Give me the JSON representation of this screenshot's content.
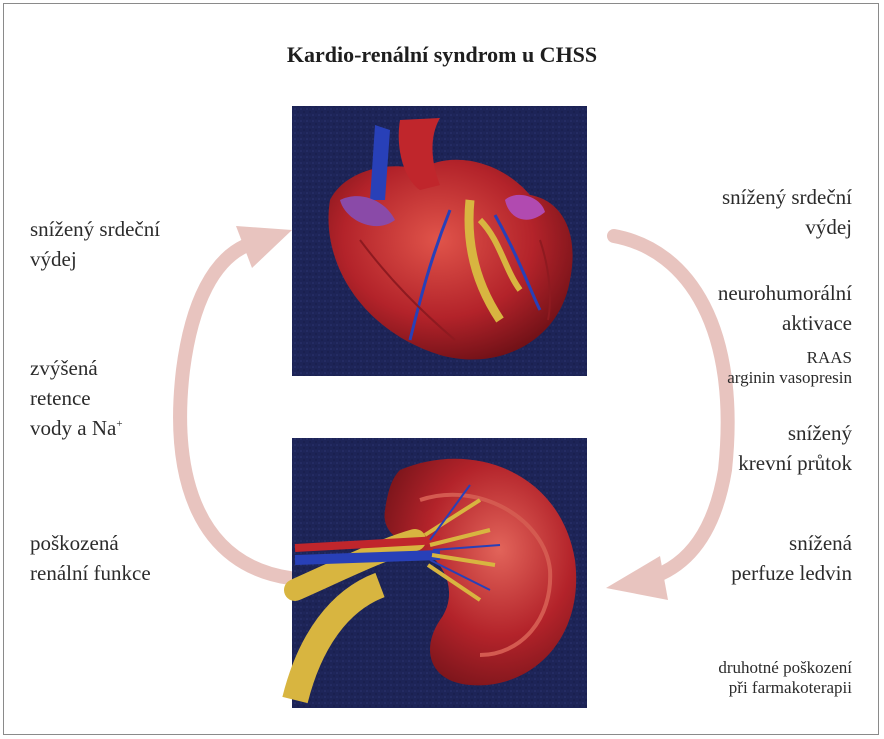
{
  "title": "Kardio-renální syndrom u CHSS",
  "left_labels": {
    "vydej": "snížený srdeční\nvýdej",
    "retence_1": "zvýšená\nretence\nvody a Na",
    "retence_sup": "+",
    "funkce": "poškozená\nrenální funkce"
  },
  "right_labels": {
    "vydej": "snížený srdeční\nvýdej",
    "aktivace": "neurohumorální\naktivace",
    "raas": "RAAS",
    "vasopresin": "arginin vasopresin",
    "prutok": "snížený\nkrevní průtok",
    "perfuze": "snížená\nperfuze ledvin",
    "farmako": "druhotné poškození\npři farmakoterapii"
  },
  "colors": {
    "arrow": "#e8c4bf",
    "panel_bg": "#1d2457",
    "organ_red": "#b3232a",
    "vessel_blue": "#2840b8",
    "vessel_yellow": "#d8b540",
    "vein_purple": "#8a4aa8"
  },
  "icons": {
    "heart": "heart-illustration",
    "kidney": "kidney-illustration"
  }
}
